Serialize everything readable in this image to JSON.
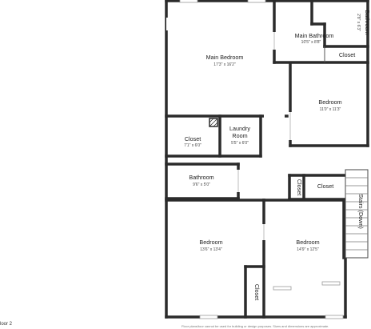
{
  "floor_label": "loor 2",
  "disclaimer": "Floor plans/tour cannot be used for building or design purposes. Sizes and dimensions are approximate.",
  "rooms": {
    "main_bedroom": {
      "name": "Main Bedroom",
      "dims": "17'3\" x 16'2\""
    },
    "main_bathroom": {
      "name": "Main Bathroom",
      "dims": "10'5\" x 8'8\""
    },
    "bathroom_top": {
      "name": "Bathroom",
      "dims": "2'8\" x 6'3\""
    },
    "closet_top": {
      "name": "Closet"
    },
    "bedroom_right": {
      "name": "Bedroom",
      "dims": "11'0\" x 11'3\""
    },
    "closet_left": {
      "name": "Closet",
      "dims": "7'1\" x 6'0\""
    },
    "laundry": {
      "name": "Laundry",
      "name2": "Room",
      "dims": "5'5\" x 6'0\""
    },
    "bathroom": {
      "name": "Bathroom",
      "dims": "9'6\" x 5'0\""
    },
    "closet_small": {
      "name": "Closet"
    },
    "closet_mid": {
      "name": "Closet"
    },
    "stairs": {
      "name": "Stairs (Down)"
    },
    "bedroom_bl": {
      "name": "Bedroom",
      "dims": "13'6\" x 13'4\""
    },
    "bedroom_bm": {
      "name": "Bedroom",
      "dims": "14'9\" x 12'5\""
    },
    "closet_bottom": {
      "name": "Closet"
    }
  }
}
